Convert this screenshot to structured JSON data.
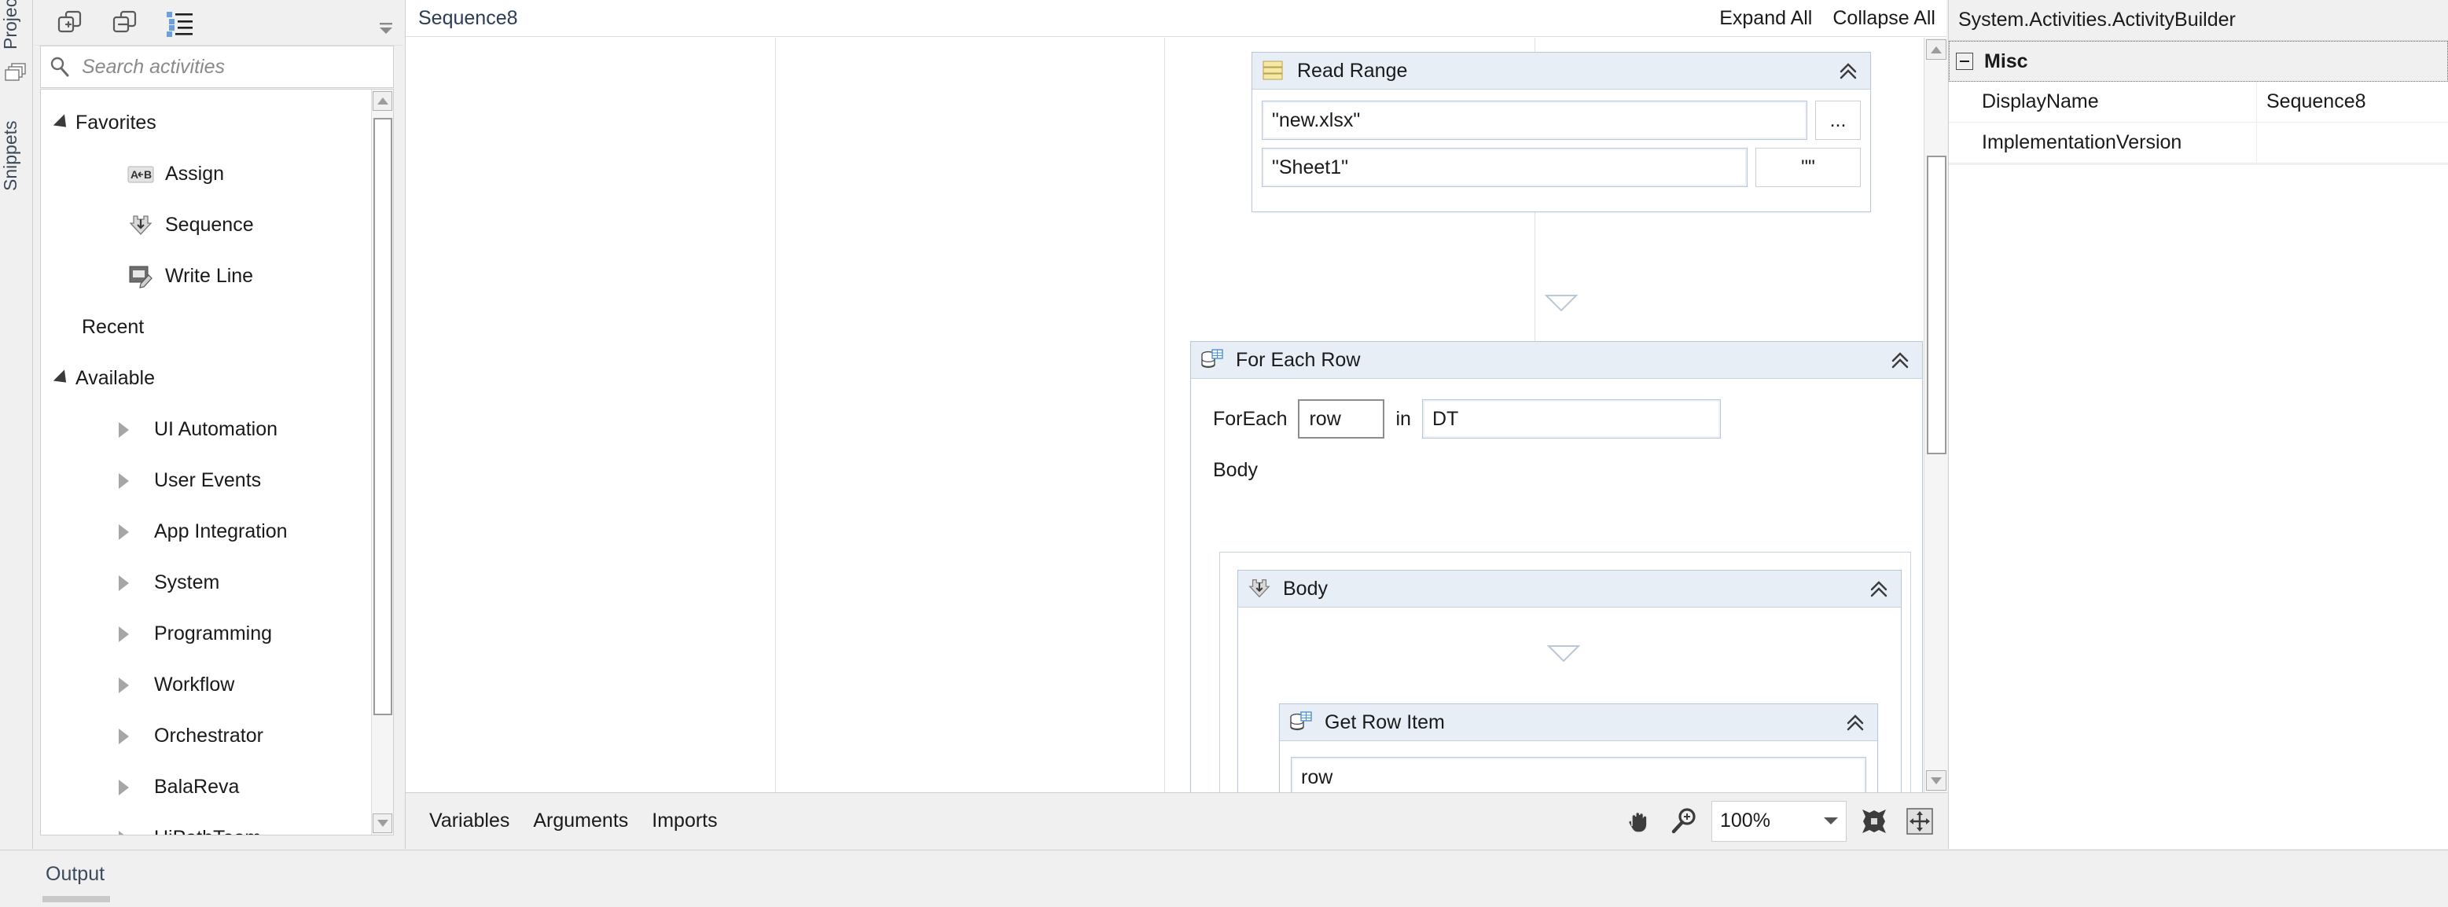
{
  "left_tabs": [
    {
      "label": "Project",
      "icon": "project-icon"
    },
    {
      "label": "Snippets",
      "icon": "snippets-icon"
    }
  ],
  "activities_panel": {
    "toolbar": [
      {
        "name": "expand-all-icon",
        "tooltip": "Expand All"
      },
      {
        "name": "collapse-all-icon",
        "tooltip": "Collapse All"
      },
      {
        "name": "group-by-icon",
        "tooltip": "Group Activities"
      },
      {
        "name": "overflow-icon",
        "tooltip": "More"
      }
    ],
    "search": {
      "placeholder": "Search activities",
      "value": "",
      "icon": "search-icon"
    },
    "tree": [
      {
        "label": "Favorites",
        "level": 0,
        "expander": "open",
        "icon": null
      },
      {
        "label": "Assign",
        "level": 1,
        "expander": "none",
        "icon": "assign-icon"
      },
      {
        "label": "Sequence",
        "level": 1,
        "expander": "none",
        "icon": "sequence-icon"
      },
      {
        "label": "Write Line",
        "level": 1,
        "expander": "none",
        "icon": "write-line-icon"
      },
      {
        "label": "Recent",
        "level": 0,
        "expander": "none",
        "icon": null
      },
      {
        "label": "Available",
        "level": 0,
        "expander": "open",
        "icon": null
      },
      {
        "label": "UI Automation",
        "level": 1,
        "expander": "closed",
        "icon": null
      },
      {
        "label": "User Events",
        "level": 1,
        "expander": "closed",
        "icon": null
      },
      {
        "label": "App Integration",
        "level": 1,
        "expander": "closed",
        "icon": null
      },
      {
        "label": "System",
        "level": 1,
        "expander": "closed",
        "icon": null
      },
      {
        "label": "Programming",
        "level": 1,
        "expander": "closed",
        "icon": null
      },
      {
        "label": "Workflow",
        "level": 1,
        "expander": "closed",
        "icon": null
      },
      {
        "label": "Orchestrator",
        "level": 1,
        "expander": "closed",
        "icon": null
      },
      {
        "label": "BalaReva",
        "level": 1,
        "expander": "closed",
        "icon": null
      },
      {
        "label": "UiPathTeam",
        "level": 1,
        "expander": "closed",
        "icon": null
      }
    ]
  },
  "designer": {
    "breadcrumb": "Sequence8",
    "expand_all": "Expand All",
    "collapse_all": "Collapse All",
    "activities": {
      "read_range": {
        "title": "Read Range",
        "icon": "read-range-icon",
        "collapse_icon": "chevron-up-icon",
        "workbook_path": "\"new.xlsx\"",
        "browse_label": "...",
        "sheet_name": "\"Sheet1\"",
        "range": "\"\""
      },
      "for_each_row": {
        "title": "For Each Row",
        "icon": "for-each-row-icon",
        "collapse_icon": "chevron-up-icon",
        "foreach_label": "ForEach",
        "item_variable": "row",
        "in_label": "in",
        "collection": "DT",
        "body_label": "Body"
      },
      "body_sequence": {
        "title": "Body",
        "icon": "sequence-icon",
        "collapse_icon": "chevron-up-icon"
      },
      "get_row_item": {
        "title": "Get Row Item",
        "icon": "get-row-item-icon",
        "collapse_icon": "chevron-up-icon",
        "row_value": "row"
      }
    },
    "footer": {
      "tabs": [
        "Variables",
        "Arguments",
        "Imports"
      ],
      "pan_icon": "hand-pan-icon",
      "zoom_icon": "magnifier-zoom-icon",
      "zoom_level": "100%",
      "fit_icon": "fit-to-screen-icon",
      "overview_icon": "overview-icon"
    }
  },
  "properties": {
    "title": "System.Activities.ActivityBuilder",
    "group": "Misc",
    "rows": [
      {
        "name": "DisplayName",
        "value": "Sequence8"
      },
      {
        "name": "ImplementationVersion",
        "value": ""
      }
    ]
  },
  "output": {
    "tab": "Output"
  },
  "colors": {
    "card_header": "#e8eef5",
    "card_border": "#b9c7d6",
    "panel_bg": "#f0f0f0",
    "accent_blue": "#6aa0dd",
    "text": "#1a1a1a",
    "breadcrumb": "#2b3d55"
  }
}
